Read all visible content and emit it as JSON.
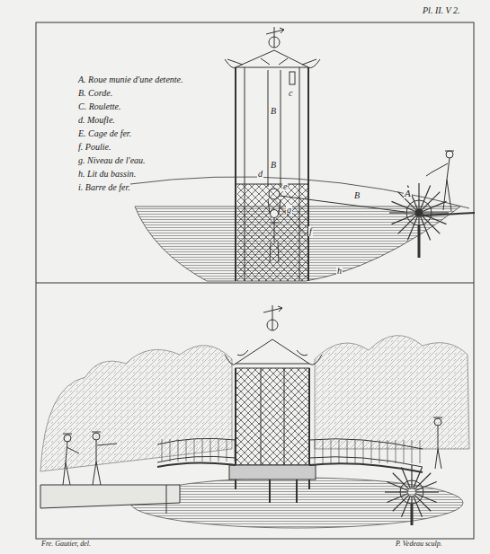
{
  "diagram": {
    "labels": [
      "Pl. II. V 2.",
      "A. Roue munie d'une detente.",
      "B. Corde.",
      "C. Roulette.",
      "d. Moufle.",
      "E. Cage de fer.",
      "f. Poulie.",
      "g. Niveau de l'eau.",
      "h. Lit du bassin.",
      "i. Barre de fer.",
      "A",
      "B",
      "B",
      "B",
      "c",
      "d",
      "e",
      "f",
      "g",
      "h",
      "Fre. Gautier, del.",
      "P. Vedeau sculp."
    ]
  }
}
